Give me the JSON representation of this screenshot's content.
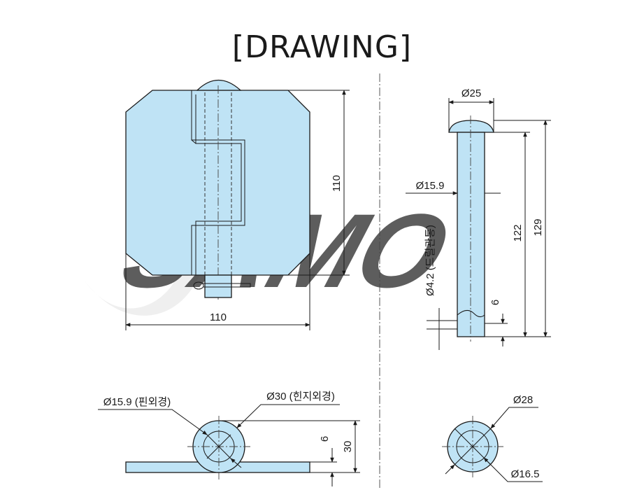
{
  "title": "[DRAWING]",
  "watermark": "SAMO",
  "colors": {
    "part_fill": "#bfe3f5",
    "line": "#1a1a1a",
    "watermark": "#e9e9e9"
  },
  "dimensions": {
    "hinge_height": "110",
    "hinge_width": "110",
    "pin_head_dia": "Ø25",
    "pin_dia": "Ø15.9",
    "drill_hole": "Ø4.2 (드릴관통)",
    "hole_offset": "6",
    "pin_length": "122",
    "pin_total_length": "129",
    "knuckle_pin_dia": "Ø15.9 (핀외경)",
    "knuckle_outer_dia": "Ø30 (힌지외경)",
    "plate_thickness": "6",
    "knuckle_height": "30",
    "head_outer_dia": "Ø28",
    "head_inner_dia": "Ø16.5"
  }
}
